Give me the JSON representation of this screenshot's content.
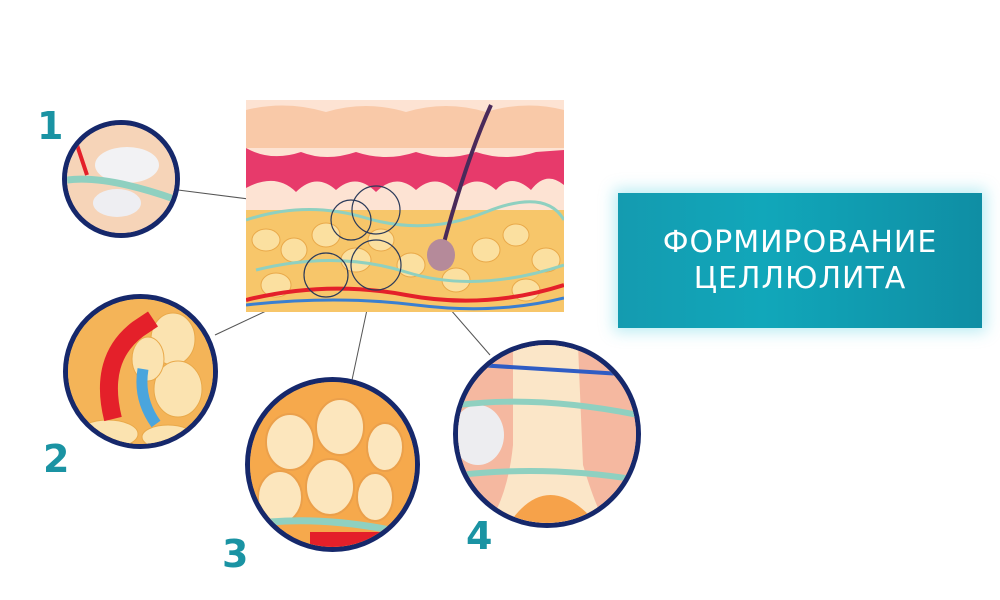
{
  "title": {
    "line1": "ФОРМИРОВАНИЕ",
    "line2": "ЦЕЛЛЮЛИТА",
    "background_color": "#149bb0",
    "text_color": "#ffffff"
  },
  "labels": [
    {
      "id": "1",
      "text": "1"
    },
    {
      "id": "2",
      "text": "2"
    },
    {
      "id": "3",
      "text": "3"
    },
    {
      "id": "4",
      "text": "4"
    }
  ],
  "colors": {
    "label_number": "#1a93a3",
    "circle_border": "#16286b",
    "dermis": "#e8386a",
    "fat": "#f7c66a",
    "lymph": "#8fd0c0",
    "artery": "#e4202a",
    "vein": "#3a7fd0"
  },
  "diagram": {
    "main_illustration": "skin-cross-section",
    "callouts": [
      {
        "number": "1",
        "subject": "interstitial-fluid-and-lymph"
      },
      {
        "number": "2",
        "subject": "blood-vessels-and-fat-cells"
      },
      {
        "number": "3",
        "subject": "fat-cell-cluster"
      },
      {
        "number": "4",
        "subject": "connective-tissue-septa"
      }
    ]
  }
}
